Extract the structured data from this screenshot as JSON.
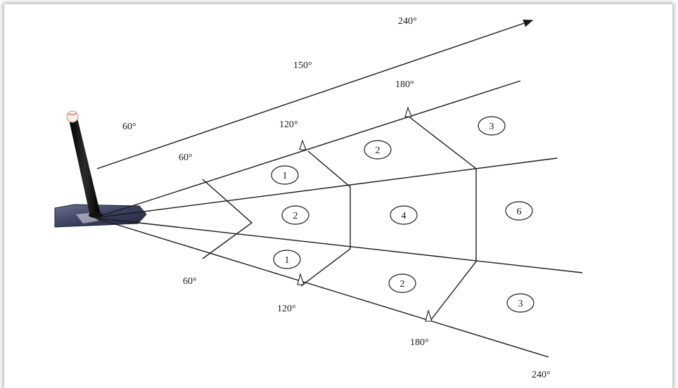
{
  "distance_labels": {
    "arrow_240": "240°",
    "arrow_150": "150°",
    "arrow_60": "60°",
    "top_180": "180°",
    "top_120": "120°",
    "top_60": "60°",
    "bottom_60": "60°",
    "bottom_120": "120°",
    "bottom_180": "180°",
    "bottom_240": "240°"
  },
  "zones": {
    "left_near": "1",
    "left_mid": "2",
    "left_far": "3",
    "center_near": "2",
    "center_mid": "4",
    "center_far": "6",
    "right_near": "1",
    "right_mid": "2",
    "right_far": "3"
  }
}
